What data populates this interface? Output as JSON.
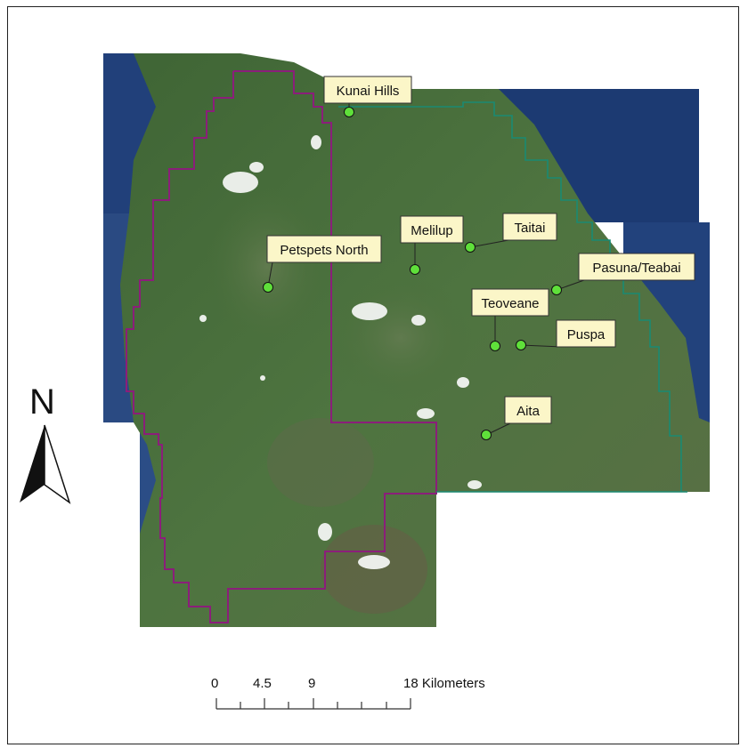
{
  "map": {
    "sites": [
      {
        "name": "Kunai Hills"
      },
      {
        "name": "Melilup"
      },
      {
        "name": "Taitai"
      },
      {
        "name": "Petspets North"
      },
      {
        "name": "Pasuna/Teabai"
      },
      {
        "name": "Teoveane"
      },
      {
        "name": "Puspa"
      },
      {
        "name": "Aita"
      }
    ],
    "north_arrow": "N",
    "scale_bar": {
      "ticks": [
        "0",
        "4.5",
        "9",
        "18 Kilometers"
      ]
    },
    "colors": {
      "boundary_west": "#8b1e7a",
      "boundary_east": "#1a8a73",
      "site_marker": "#5fe03a",
      "label_bg": "#fbf6c8",
      "sea": "#1f3f78",
      "forest": "#4a6e3a"
    }
  }
}
